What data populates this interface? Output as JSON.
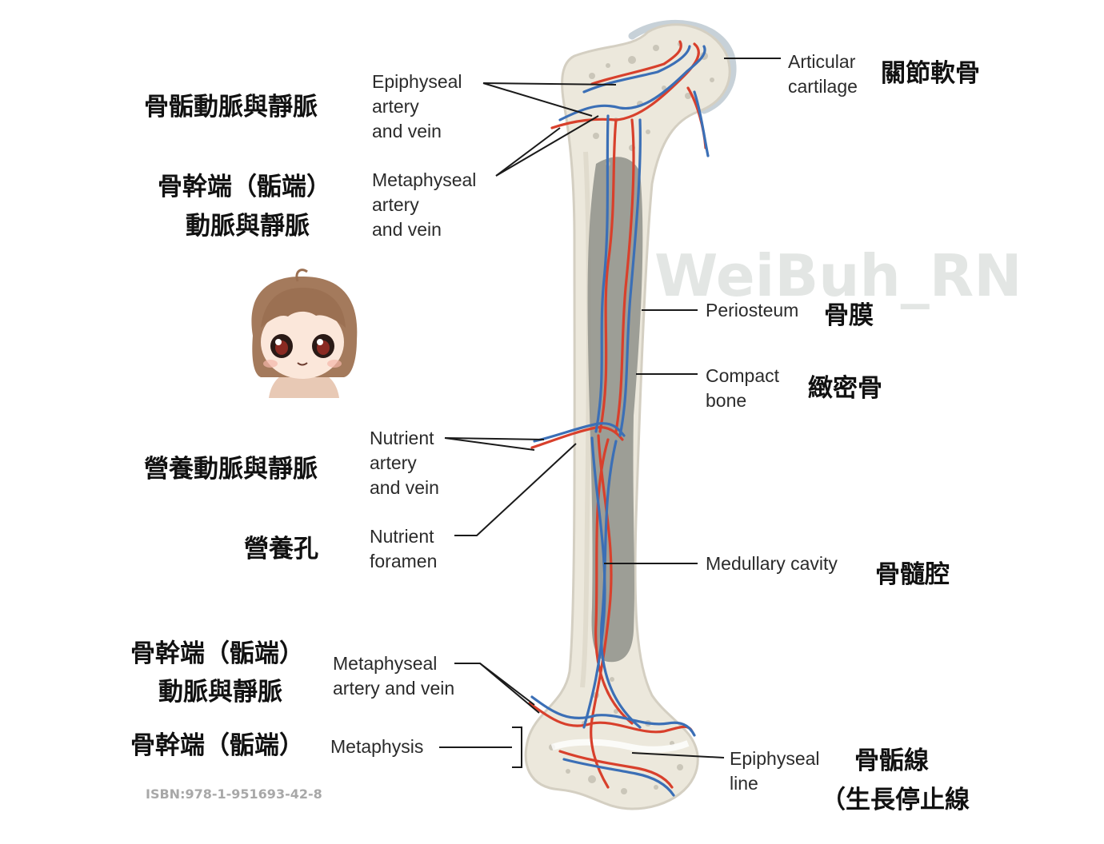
{
  "watermark": "WeiBuh_RN",
  "isbn": "ISBN:978-1-951693-42-8",
  "colors": {
    "artery": "#d8402c",
    "vein": "#3b6fb6",
    "bone": "#ece8dc",
    "cartilage": "#c7d1d8",
    "marrow": "#8f9089"
  },
  "mascot": "chibi-girl-avatar",
  "labels_left": {
    "epiphyseal_vessels": {
      "en": [
        "Epiphyseal",
        "artery",
        "and vein"
      ],
      "zh": [
        "骨骺動脈與靜脈"
      ]
    },
    "metaphyseal_upper": {
      "en": [
        "Metaphyseal",
        "artery",
        "and vein"
      ],
      "zh": [
        "骨幹端（骺端）",
        "動脈與靜脈"
      ]
    },
    "nutrient_vessels": {
      "en": [
        "Nutrient",
        "artery",
        "and vein"
      ],
      "zh": [
        "營養動脈與靜脈"
      ]
    },
    "nutrient_foramen": {
      "en": [
        "Nutrient",
        "foramen"
      ],
      "zh": [
        "營養孔"
      ]
    },
    "metaphyseal_lower": {
      "en": [
        "Metaphyseal",
        "artery and vein"
      ],
      "zh": [
        "骨幹端（骺端）",
        "動脈與靜脈"
      ]
    },
    "metaphysis": {
      "en": [
        "Metaphysis"
      ],
      "zh": [
        "骨幹端（骺端）"
      ]
    }
  },
  "labels_right": {
    "articular_cartilage": {
      "en": [
        "Articular",
        "cartilage"
      ],
      "zh": [
        "關節軟骨"
      ]
    },
    "periosteum": {
      "en": [
        "Periosteum"
      ],
      "zh": [
        "骨膜"
      ]
    },
    "compact_bone": {
      "en": [
        "Compact",
        "bone"
      ],
      "zh": [
        "緻密骨"
      ]
    },
    "medullary_cavity": {
      "en": [
        "Medullary cavity"
      ],
      "zh": [
        "骨髓腔"
      ]
    },
    "epiphyseal_line": {
      "en": [
        "Epiphyseal",
        "line"
      ],
      "zh": [
        "骨骺線",
        "（生長停止線"
      ]
    }
  }
}
